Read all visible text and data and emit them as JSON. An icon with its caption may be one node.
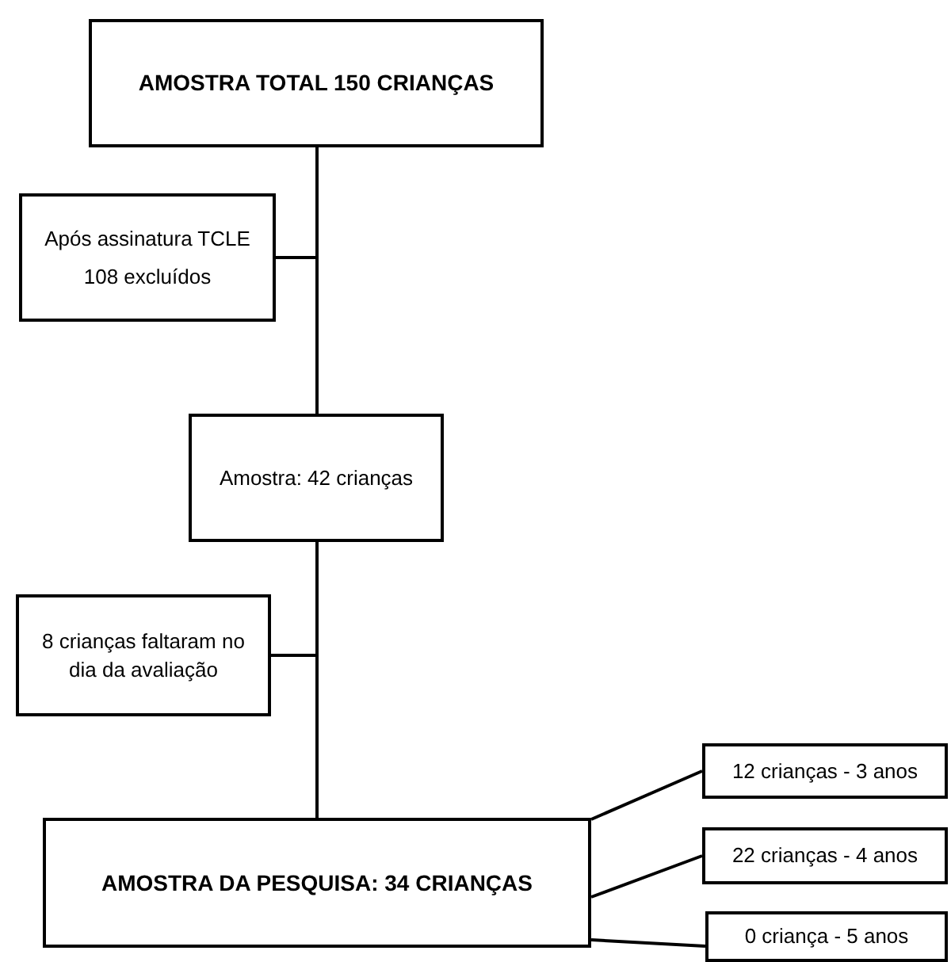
{
  "diagram": {
    "nodes": [
      {
        "text": [
          "AMOSTRA TOTAL 150 CRIANÇAS"
        ]
      },
      {
        "text": [
          "Após assinatura TCLE",
          "108 excluídos"
        ]
      },
      {
        "text": [
          "Amostra: 42 crianças"
        ]
      },
      {
        "text": [
          "8 crianças faltaram no dia da avaliação"
        ]
      },
      {
        "text": [
          "AMOSTRA DA PESQUISA: 34 CRIANÇAS"
        ]
      },
      {
        "text": [
          "12 crianças - 3 anos"
        ]
      },
      {
        "text": [
          "22 crianças - 4 anos"
        ]
      },
      {
        "text": [
          "0 criança - 5 anos"
        ]
      }
    ],
    "edges": [
      {
        "from": 0,
        "to": 2,
        "arrow": "none"
      },
      {
        "from": 0,
        "to": 1,
        "arrow": "none"
      },
      {
        "from": 2,
        "to": 4,
        "arrow": "none"
      },
      {
        "from": 2,
        "to": 3,
        "arrow": "none"
      },
      {
        "from": 4,
        "to": 5,
        "arrow": "none"
      },
      {
        "from": 4,
        "to": 6,
        "arrow": "none"
      },
      {
        "from": 4,
        "to": 7,
        "arrow": "none"
      }
    ]
  }
}
